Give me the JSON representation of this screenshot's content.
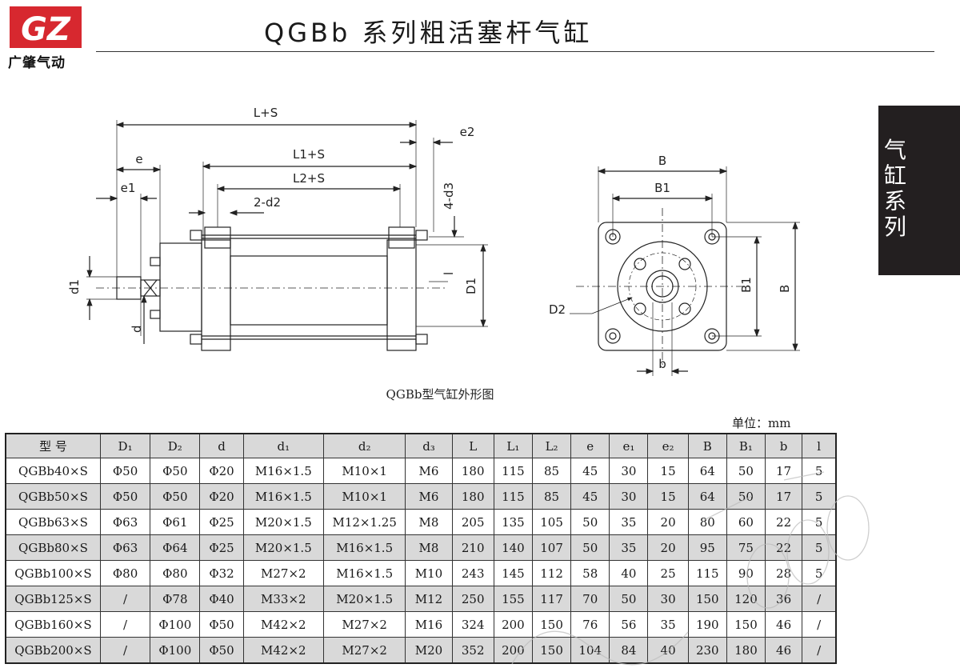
{
  "header": {
    "logo_letters": "GZ",
    "logo_name": "广肇气动",
    "title": "QGBb 系列粗活塞杆气缸"
  },
  "side_tab": {
    "label": "气缸系列"
  },
  "figure": {
    "caption": "QGBb型气缸外形图",
    "dims": {
      "LS": "L+S",
      "L1S": "L1+S",
      "L2S": "L2+S",
      "d2n": "2-d2",
      "e": "e",
      "e1": "e1",
      "e2": "e2",
      "d3n": "4-d3",
      "d1": "d1",
      "d": "d",
      "D1": "D1",
      "l": "l",
      "B": "B",
      "B1": "B1",
      "D2": "D2",
      "b": "b"
    }
  },
  "table": {
    "unit": "单位：mm",
    "headers": [
      "型 号",
      "D₁",
      "D₂",
      "d",
      "d₁",
      "d₂",
      "d₃",
      "L",
      "L₁",
      "L₂",
      "e",
      "e₁",
      "e₂",
      "B",
      "B₁",
      "b",
      "l"
    ],
    "rows": [
      [
        "QGBb40×S",
        "Φ50",
        "Φ50",
        "Φ20",
        "M16×1.5",
        "M10×1",
        "M6",
        "180",
        "115",
        "85",
        "45",
        "30",
        "15",
        "64",
        "50",
        "17",
        "5"
      ],
      [
        "QGBb50×S",
        "Φ50",
        "Φ50",
        "Φ20",
        "M16×1.5",
        "M10×1",
        "M6",
        "180",
        "115",
        "85",
        "45",
        "30",
        "15",
        "64",
        "50",
        "17",
        "5"
      ],
      [
        "QGBb63×S",
        "Φ63",
        "Φ61",
        "Φ25",
        "M20×1.5",
        "M12×1.25",
        "M8",
        "205",
        "135",
        "105",
        "50",
        "35",
        "20",
        "80",
        "60",
        "22",
        "5"
      ],
      [
        "QGBb80×S",
        "Φ63",
        "Φ64",
        "Φ25",
        "M20×1.5",
        "M16×1.5",
        "M8",
        "210",
        "140",
        "107",
        "50",
        "35",
        "20",
        "95",
        "75",
        "22",
        "5"
      ],
      [
        "QGBb100×S",
        "Φ80",
        "Φ80",
        "Φ32",
        "M27×2",
        "M16×1.5",
        "M10",
        "243",
        "145",
        "112",
        "58",
        "40",
        "25",
        "115",
        "90",
        "28",
        "5"
      ],
      [
        "QGBb125×S",
        "/",
        "Φ78",
        "Φ40",
        "M33×2",
        "M20×1.5",
        "M12",
        "250",
        "155",
        "117",
        "70",
        "50",
        "30",
        "150",
        "120",
        "36",
        "/"
      ],
      [
        "QGBb160×S",
        "/",
        "Φ100",
        "Φ50",
        "M42×2",
        "M27×2",
        "M16",
        "324",
        "200",
        "150",
        "76",
        "56",
        "35",
        "190",
        "150",
        "46",
        "/"
      ],
      [
        "QGBb200×S",
        "/",
        "Φ100",
        "Φ50",
        "M42×2",
        "M27×2",
        "M20",
        "352",
        "200",
        "150",
        "104",
        "84",
        "40",
        "230",
        "180",
        "46",
        "/"
      ]
    ]
  },
  "colors": {
    "logo_red": "#d7282f",
    "tab_bg": "#231f20",
    "row_shade": "#d9d9d9"
  }
}
